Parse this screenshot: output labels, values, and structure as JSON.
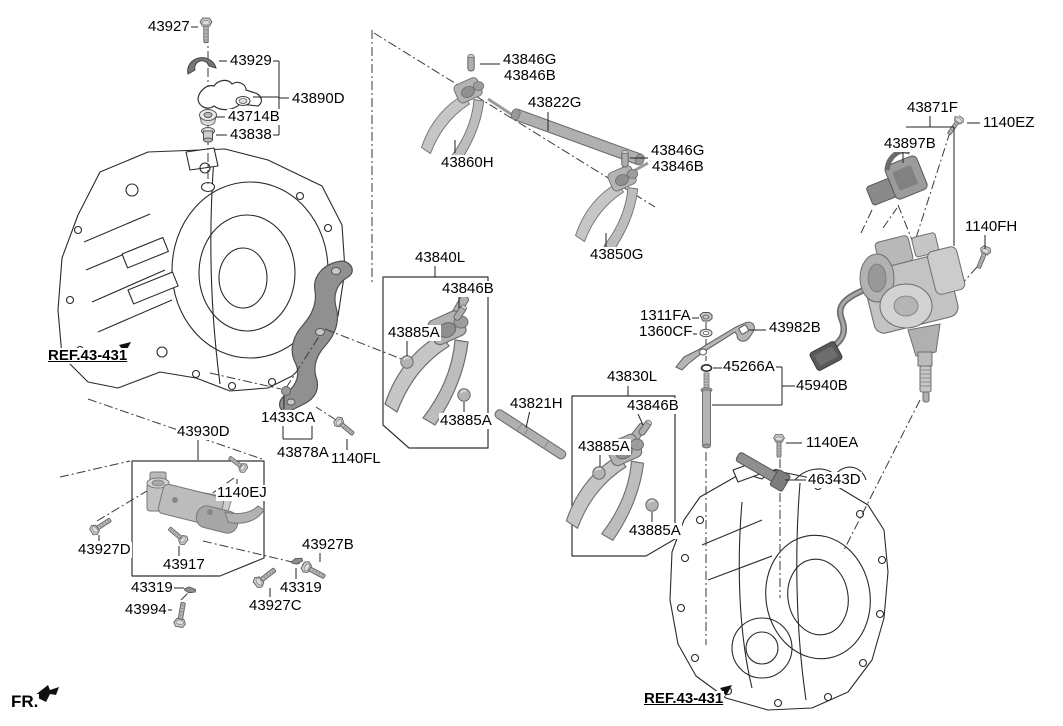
{
  "page": {
    "type": "vehicle-parts-diagram",
    "subject": "Gear shift control transmission components",
    "direction_label": "FR."
  },
  "colors": {
    "background": "#ffffff",
    "line_art": "#1a1a1a",
    "part_fill_light": "#c4c4c4",
    "part_fill_mid": "#a8a8a8",
    "part_fill_dark": "#6f6f6f"
  },
  "icons": {
    "fr_arrow": "thick-arrow-down-left",
    "ref_arrow_left": "arrowhead-up-right",
    "ref_arrow_right": "arrowhead-up-right"
  },
  "labels": [
    {
      "name": "43927",
      "text": "43927"
    },
    {
      "name": "43929",
      "text": "43929"
    },
    {
      "name": "43890D",
      "text": "43890D"
    },
    {
      "name": "43714B",
      "text": "43714B"
    },
    {
      "name": "43838",
      "text": "43838"
    },
    {
      "name": "REF.43-431-left",
      "text": "REF.43-431"
    },
    {
      "name": "43846G-1",
      "text": "43846G"
    },
    {
      "name": "43846B-1",
      "text": "43846B"
    },
    {
      "name": "43822G",
      "text": "43822G"
    },
    {
      "name": "43860H",
      "text": "43860H"
    },
    {
      "name": "43846G-2",
      "text": "43846G"
    },
    {
      "name": "43846B-2",
      "text": "43846B"
    },
    {
      "name": "43850G",
      "text": "43850G"
    },
    {
      "name": "43840L",
      "text": "43840L"
    },
    {
      "name": "43846B-3",
      "text": "43846B"
    },
    {
      "name": "43885A-1",
      "text": "43885A"
    },
    {
      "name": "43885A-2",
      "text": "43885A"
    },
    {
      "name": "43821H",
      "text": "43821H"
    },
    {
      "name": "43830L",
      "text": "43830L"
    },
    {
      "name": "43846B-4",
      "text": "43846B"
    },
    {
      "name": "43885A-3",
      "text": "43885A"
    },
    {
      "name": "43885A-4",
      "text": "43885A"
    },
    {
      "name": "1311FA",
      "text": "1311FA"
    },
    {
      "name": "1360CF",
      "text": "1360CF"
    },
    {
      "name": "43982B",
      "text": "43982B"
    },
    {
      "name": "45266A",
      "text": "45266A"
    },
    {
      "name": "45940B",
      "text": "45940B"
    },
    {
      "name": "1140EA",
      "text": "1140EA"
    },
    {
      "name": "46343D",
      "text": "46343D"
    },
    {
      "name": "REF.43-431-right",
      "text": "REF.43-431"
    },
    {
      "name": "43871F",
      "text": "43871F"
    },
    {
      "name": "1140EZ",
      "text": "1140EZ"
    },
    {
      "name": "43897B",
      "text": "43897B"
    },
    {
      "name": "1140FH",
      "text": "1140FH"
    },
    {
      "name": "1433CA",
      "text": "1433CA"
    },
    {
      "name": "43878A",
      "text": "43878A"
    },
    {
      "name": "1140FL",
      "text": "1140FL"
    },
    {
      "name": "43930D",
      "text": "43930D"
    },
    {
      "name": "1140EJ",
      "text": "1140EJ"
    },
    {
      "name": "43927D",
      "text": "43927D"
    },
    {
      "name": "43917",
      "text": "43917"
    },
    {
      "name": "43319-1",
      "text": "43319"
    },
    {
      "name": "43994",
      "text": "43994"
    },
    {
      "name": "43927C",
      "text": "43927C"
    },
    {
      "name": "43319-2",
      "text": "43319"
    },
    {
      "name": "43927B",
      "text": "43927B"
    },
    {
      "name": "FR",
      "text": "FR."
    }
  ]
}
